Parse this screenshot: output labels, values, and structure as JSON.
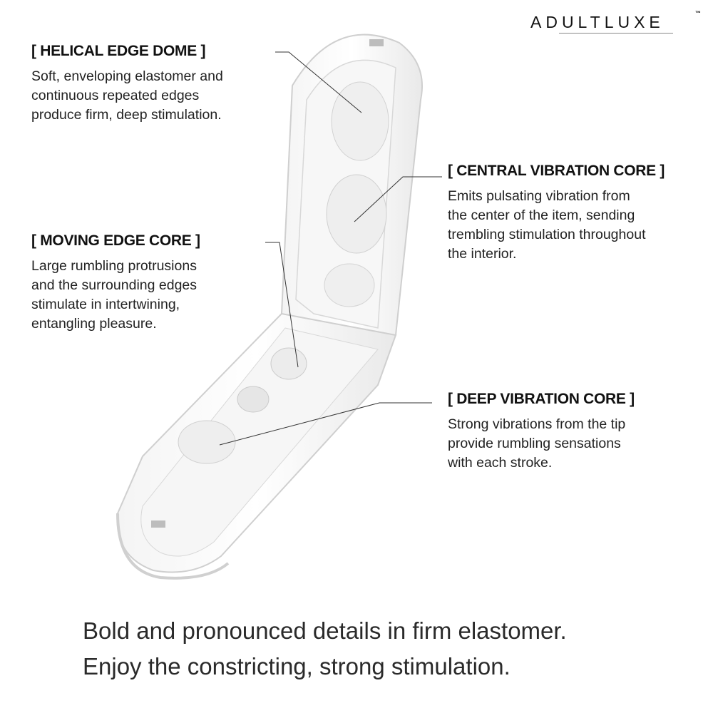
{
  "brand": {
    "name": "ADULTLUXE",
    "trademark": "™"
  },
  "callouts": [
    {
      "id": "helical-edge-dome",
      "title": "[ HELICAL EDGE DOME ]",
      "description": "Soft, enveloping elastomer and\ncontinuous repeated edges\nproduce firm, deep stimulation."
    },
    {
      "id": "central-vibration-core",
      "title": "[ CENTRAL VIBRATION CORE ]",
      "description": "Emits pulsating vibration from\nthe center of the item, sending\ntrembling stimulation throughout\nthe interior."
    },
    {
      "id": "moving-edge-core",
      "title": "[ MOVING EDGE CORE ]",
      "description": "Large rumbling protrusions\nand the surrounding edges\nstimulate in intertwining,\nentangling pleasure."
    },
    {
      "id": "deep-vibration-core",
      "title": "[ DEEP VIBRATION CORE ]",
      "description": "Strong vibrations from the tip\nprovide rumbling sensations\nwith each stroke."
    }
  ],
  "footer": {
    "line1": "Bold and pronounced details in firm elastomer.",
    "line2": "Enjoy the constricting, strong stimulation."
  },
  "colors": {
    "background": "#ffffff",
    "text": "#1a1a1a",
    "leader_line": "#333333",
    "device_outline": "#c8c8c8"
  }
}
